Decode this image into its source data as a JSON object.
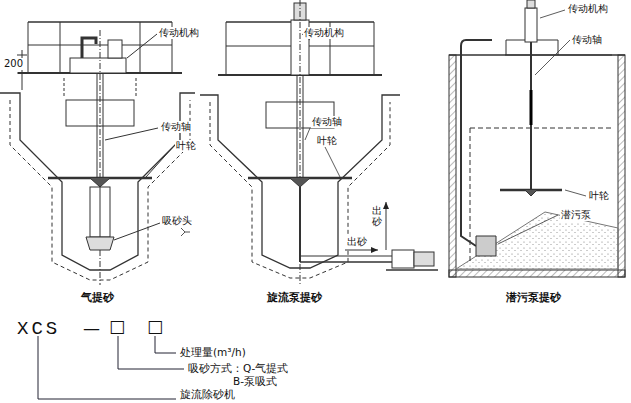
{
  "diagram": {
    "labels": [
      "传动机构",
      "200",
      "传动轴",
      "叶轮",
      "吸砂头",
      "气提砂",
      "传动机构",
      "传动轴",
      "叶轮",
      "出砂",
      "出砂",
      "旋流泵提砂",
      "传动机构",
      "传动轴",
      "叶轮",
      "潜污泵",
      "潜污泵提砂",
      "XCS",
      "—",
      "□",
      "□",
      "处理量(m³/h)",
      "吸砂方式：Q-气提式",
      "B-泵吸式",
      "旋流除砂机"
    ]
  }
}
